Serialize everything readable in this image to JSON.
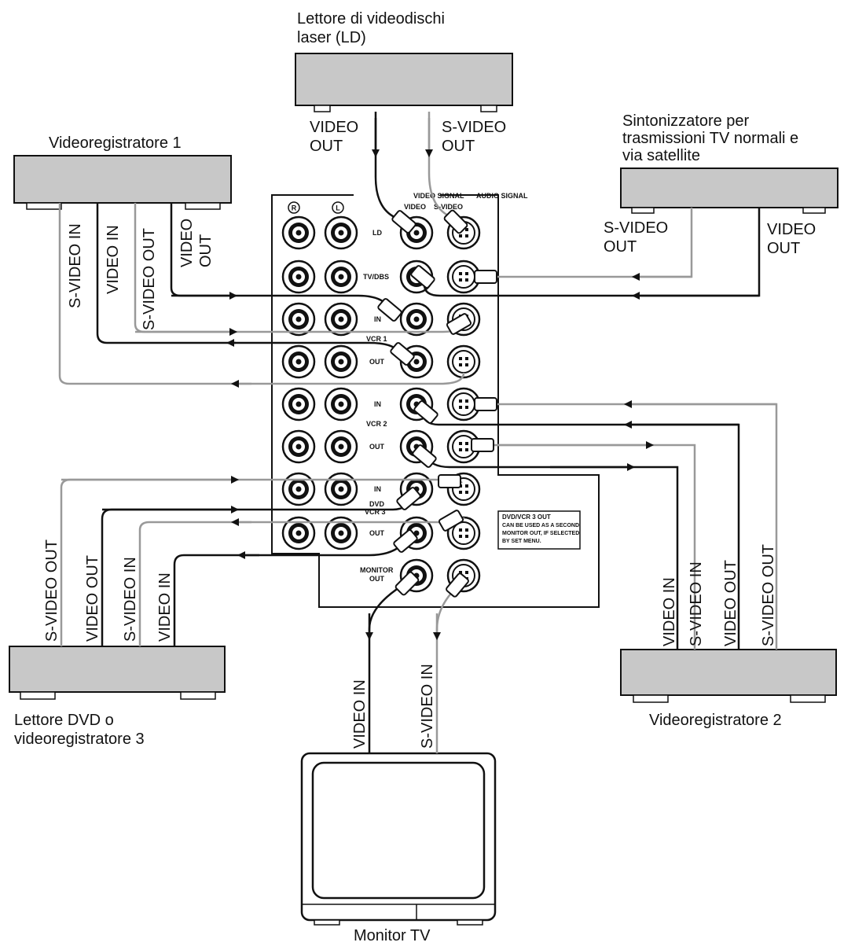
{
  "devices": {
    "laserdisc_player": {
      "line1": "Lettore di videodischi",
      "line2": "laser (LD)"
    },
    "vcr1": {
      "label": "Videoregistratore 1"
    },
    "tuner": {
      "line1": "Sintonizzatore per",
      "line2": "trasmissioni TV normali e",
      "line3": "via satellite"
    },
    "dvd_vcr3": {
      "line1": "Lettore DVD o",
      "line2": "videoregistratore 3"
    },
    "vcr2": {
      "label": "Videoregistratore 2"
    },
    "monitor_tv": {
      "label": "Monitor TV"
    }
  },
  "connection_labels": {
    "video_out_line1": "VIDEO",
    "out": "OUT",
    "s_video_out_line1": "S-VIDEO",
    "s_video_in": "S-VIDEO IN",
    "video_in": "VIDEO IN",
    "s_video_out": "S-VIDEO OUT",
    "video_out": "VIDEO OUT",
    "video": "VIDEO"
  },
  "panel": {
    "header_video_signal": "VIDEO SIGNAL",
    "header_audio_signal": "AUDIO SIGNAL",
    "col_video": "VIDEO",
    "col_svideo": "S-VIDEO",
    "ch_r": "R",
    "ch_l": "L",
    "row_ld": "LD",
    "row_tvdbs": "TV/DBS",
    "row_in": "IN",
    "row_out": "OUT",
    "group_vcr1": "VCR 1",
    "group_vcr2": "VCR 2",
    "group_dvd": "DVD",
    "group_vcr3": "VCR 3",
    "row_monitor": "MONITOR",
    "note_line1": "DVD/VCR 3 OUT",
    "note_line2": "CAN BE USED AS A SECOND",
    "note_line3": "MONITOR OUT, IF SELECTED",
    "note_line4": "BY SET MENU."
  },
  "colors": {
    "device_fill": "#c8c8c8",
    "cable_video": "#111111",
    "cable_svideo": "#999999"
  }
}
